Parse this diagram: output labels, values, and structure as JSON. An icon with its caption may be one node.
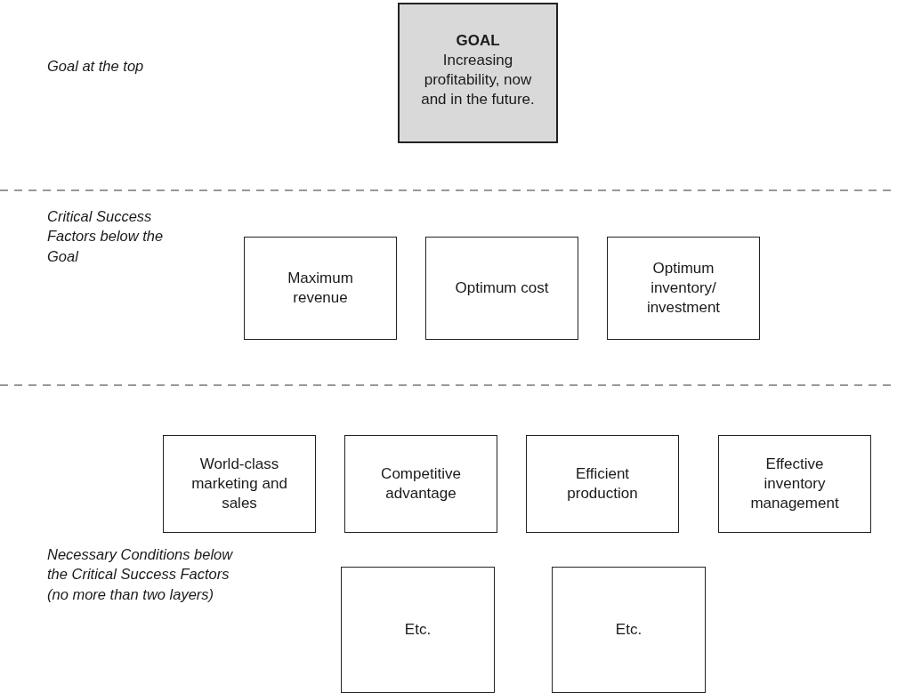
{
  "diagram": {
    "nodes": [
      {
        "text": [
          "GOAL",
          "Increasing profitability, now and in the future."
        ]
      },
      {
        "text": [
          "Maximum revenue"
        ]
      },
      {
        "text": [
          "Optimum cost"
        ]
      },
      {
        "text": [
          "Optimum inventory/ investment"
        ]
      },
      {
        "text": [
          "World-class marketing and sales"
        ]
      },
      {
        "text": [
          "Competitive advantage"
        ]
      },
      {
        "text": [
          "Efficient production"
        ]
      },
      {
        "text": [
          "Effective inventory management"
        ]
      },
      {
        "text": [
          "Etc."
        ]
      },
      {
        "text": [
          "Etc."
        ]
      }
    ],
    "edges": [],
    "labels": [
      "Goal at the top",
      "Critical Success Factors below the Goal",
      "Necessary Conditions below the Critical Success Factors (no more than two layers)"
    ]
  }
}
